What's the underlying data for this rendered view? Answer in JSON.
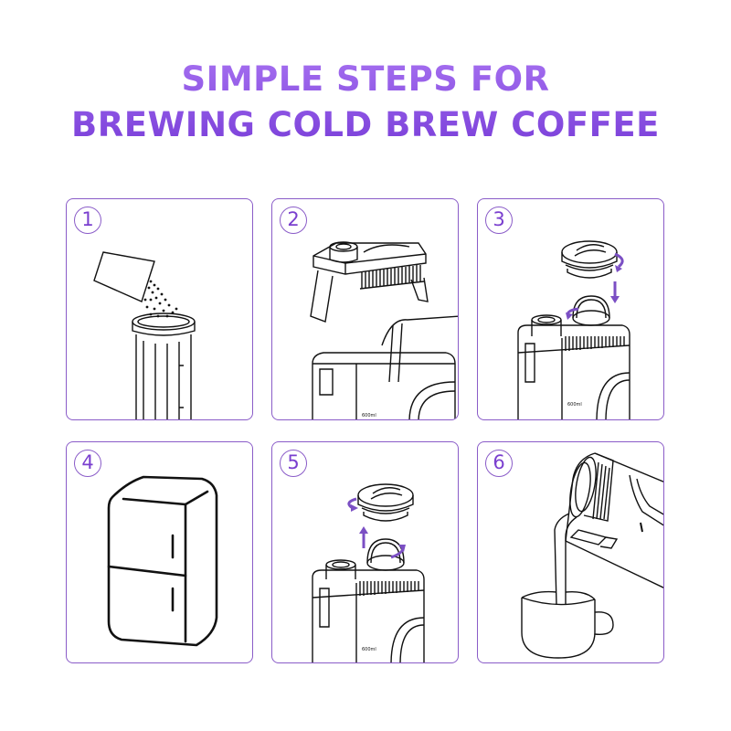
{
  "title": {
    "line1": "SIMPLE STEPS FOR",
    "line2": "BREWING COLD BREW COFFEE"
  },
  "colors": {
    "title_gradient_top": "#a56ff0",
    "title_gradient_bottom": "#7a3fd9",
    "panel_border": "#8a5cc8",
    "step_number": "#7a3fcf",
    "arrow": "#7b4fc4",
    "line_art": "#111111"
  },
  "steps": [
    {
      "number": "1",
      "illustration": "pour-coffee-grounds-into-filter"
    },
    {
      "number": "2",
      "illustration": "insert-filter-into-pitcher"
    },
    {
      "number": "3",
      "illustration": "screw-on-lid"
    },
    {
      "number": "4",
      "illustration": "place-in-refrigerator"
    },
    {
      "number": "5",
      "illustration": "unscrew-lid"
    },
    {
      "number": "6",
      "illustration": "pour-into-cup"
    }
  ],
  "labels": {
    "capacity_mark": "600ml"
  }
}
